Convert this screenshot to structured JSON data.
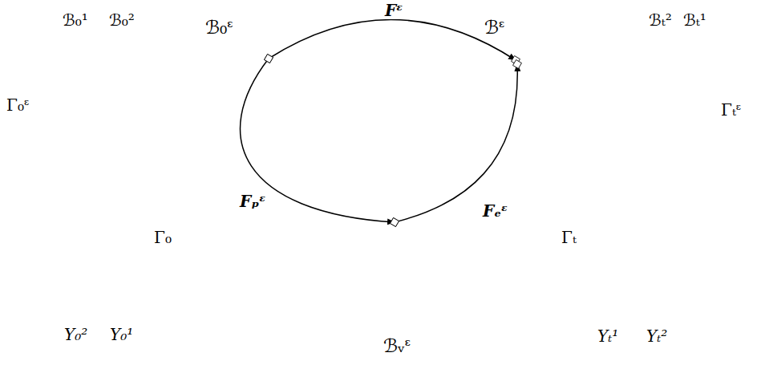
{
  "diagram": {
    "nodes": [
      {
        "text": [
          "ℬ₀ᵋ"
        ]
      },
      {
        "text": [
          "ℬᵋ"
        ]
      },
      {
        "text": [
          "ℬᵥᵋ"
        ]
      }
    ],
    "edges": [
      {
        "from": 0,
        "to": 1,
        "arrow": "to",
        "label": "Fᵋ"
      },
      {
        "from": 0,
        "to": 2,
        "arrow": "to",
        "label": "Fₚᵋ"
      },
      {
        "from": 2,
        "to": 1,
        "arrow": "to",
        "label": "Fₑᵋ"
      }
    ],
    "labels": [
      "ℬ₀¹",
      "ℬ₀²",
      "Γ₀ᵋ",
      "Γ₀",
      "Y₀²",
      "Y₀¹",
      "ℬₜ²",
      "ℬₜ¹",
      "Γₜᵋ",
      "Γₜ",
      "Yₜ¹",
      "Yₜ²"
    ]
  }
}
